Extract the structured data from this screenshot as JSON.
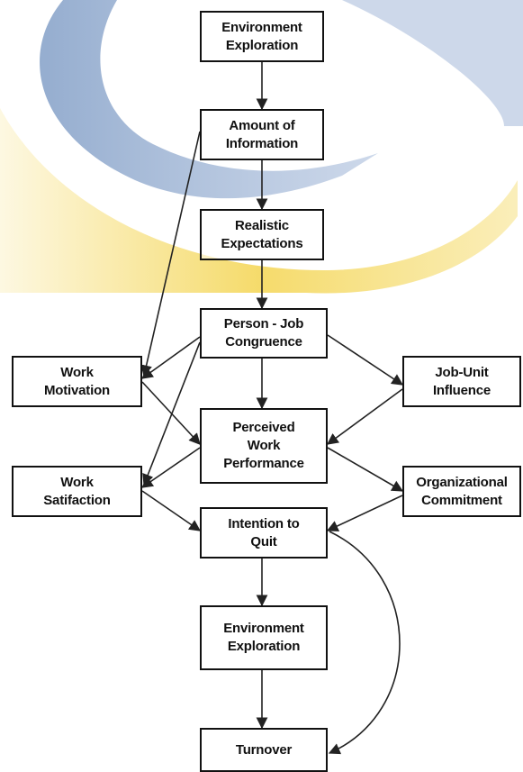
{
  "diagram": {
    "nodes": [
      {
        "id": "env1",
        "lines": [
          "Environment",
          "Exploration"
        ]
      },
      {
        "id": "amount",
        "lines": [
          "Amount of",
          "Information"
        ]
      },
      {
        "id": "realistic",
        "lines": [
          "Realistic",
          "Expectations"
        ]
      },
      {
        "id": "congruence",
        "lines": [
          "Person - Job",
          "Congruence"
        ]
      },
      {
        "id": "motivation",
        "lines": [
          "Work",
          "Motivation"
        ]
      },
      {
        "id": "jobunit",
        "lines": [
          "Job-Unit",
          "Influence"
        ]
      },
      {
        "id": "performance",
        "lines": [
          "Perceived",
          "Work",
          "Performance"
        ]
      },
      {
        "id": "satisfaction",
        "lines": [
          "Work",
          "Satifaction"
        ]
      },
      {
        "id": "commitment",
        "lines": [
          "Organizational",
          "Commitment"
        ]
      },
      {
        "id": "quit",
        "lines": [
          "Intention to",
          "Quit"
        ]
      },
      {
        "id": "env2",
        "lines": [
          "Environment",
          "Exploration"
        ]
      },
      {
        "id": "turnover",
        "lines": [
          "Turnover"
        ]
      }
    ],
    "edges": [
      {
        "from": "env1",
        "to": "amount"
      },
      {
        "from": "amount",
        "to": "realistic"
      },
      {
        "from": "realistic",
        "to": "congruence"
      },
      {
        "from": "amount",
        "to": "motivation"
      },
      {
        "from": "congruence",
        "to": "motivation"
      },
      {
        "from": "congruence",
        "to": "satisfaction"
      },
      {
        "from": "congruence",
        "to": "performance"
      },
      {
        "from": "congruence",
        "to": "jobunit"
      },
      {
        "from": "motivation",
        "to": "performance"
      },
      {
        "from": "jobunit",
        "to": "performance"
      },
      {
        "from": "performance",
        "to": "satisfaction"
      },
      {
        "from": "performance",
        "to": "commitment"
      },
      {
        "from": "satisfaction",
        "to": "quit"
      },
      {
        "from": "commitment",
        "to": "quit"
      },
      {
        "from": "quit",
        "to": "env2"
      },
      {
        "from": "env2",
        "to": "turnover"
      },
      {
        "from": "quit",
        "to": "turnover",
        "curved": true
      }
    ],
    "colors": {
      "line": "#222222",
      "box_border": "#111111",
      "wash_blue": "#3e6aa8",
      "wash_yellow": "#f2cf3a"
    }
  }
}
